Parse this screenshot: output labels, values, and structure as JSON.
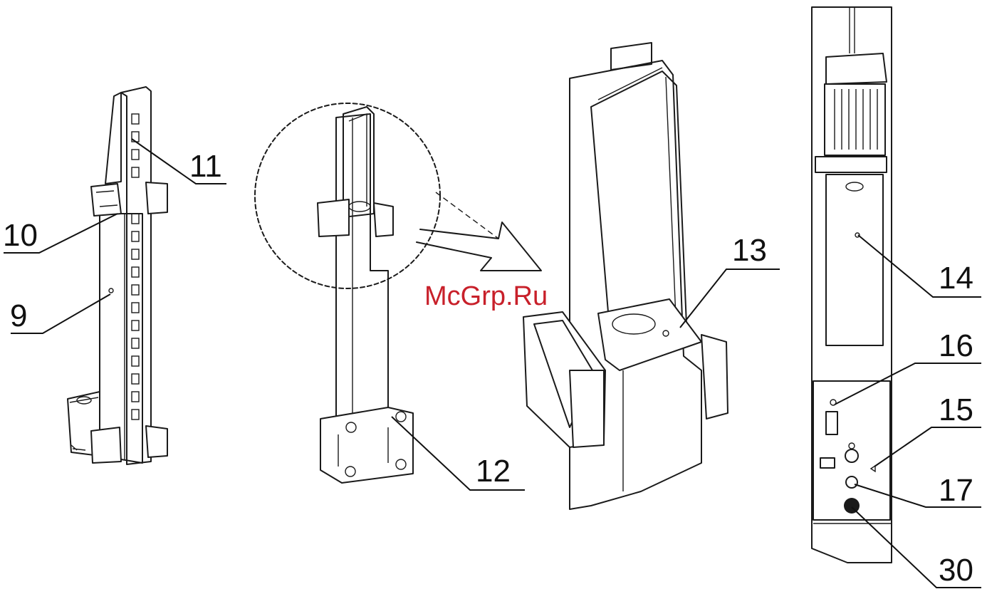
{
  "callouts": {
    "c9": "9",
    "c10": "10",
    "c11": "11",
    "c12": "12",
    "c13": "13",
    "c14": "14",
    "c15": "15",
    "c16": "16",
    "c17": "17",
    "c30": "30"
  },
  "watermark": "McGrp.Ru",
  "colors": {
    "line": "#1a1a1a",
    "watermark": "#c8202a",
    "background": "#ffffff"
  }
}
